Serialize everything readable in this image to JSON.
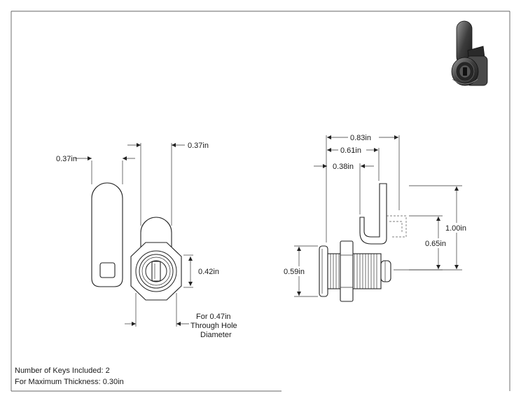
{
  "front_view": {
    "dim_cam_width": "0.37in",
    "dim_cam_tip": "0.37in",
    "dim_flat_width": "0.42in",
    "hole_note_line1": "For 0.47in",
    "hole_note_line2": "Through Hole",
    "hole_note_line3": "Diameter"
  },
  "side_view": {
    "dim_overall_length": "0.83in",
    "dim_to_cam": "0.61in",
    "dim_body_length": "0.38in",
    "dim_cam_height": "1.00in",
    "dim_cam_offset": "0.65in",
    "dim_face_diameter": "0.59in"
  },
  "notes": {
    "keys_included": "Number of Keys Included: 2",
    "max_thickness": "For Maximum Thickness: 0.30in"
  }
}
